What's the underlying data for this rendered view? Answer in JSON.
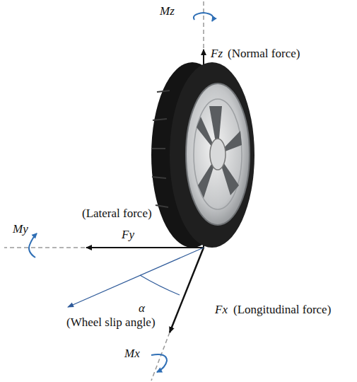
{
  "diagram": {
    "labels": [
      "Mz",
      "Fz",
      "(Normal force)",
      "(Lateral force)",
      "My",
      "Fy",
      "Fx",
      "(Longitudinal force)",
      "α",
      "(Wheel slip angle)",
      "Mx"
    ]
  }
}
